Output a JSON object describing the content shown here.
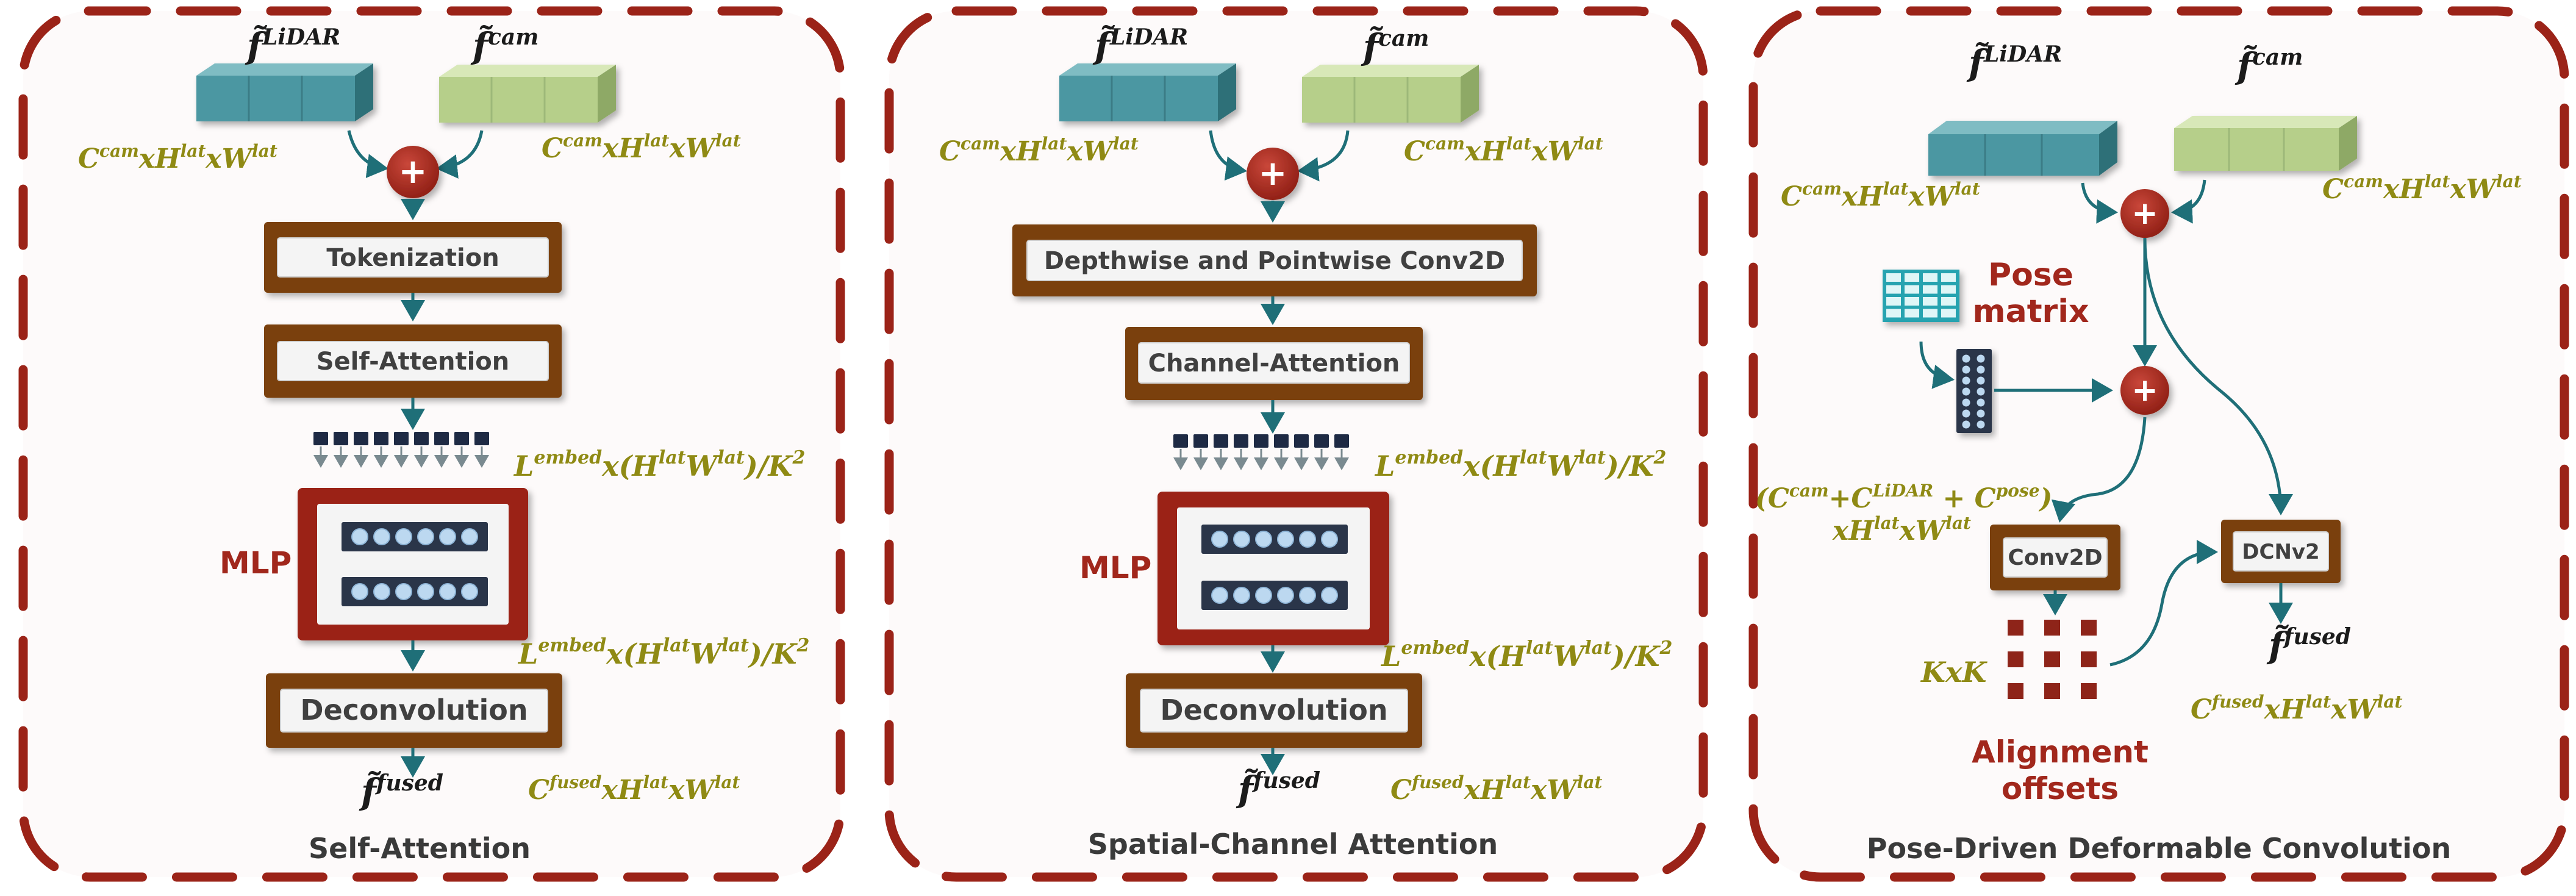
{
  "panels": [
    {
      "caption": "Self-Attention",
      "lidar_label": "f̃",
      "lidar_sup": "LiDAR",
      "cam_label": "f̃",
      "cam_sup": "cam",
      "lidar_dim": {
        "a": "C",
        "a_sup": "cam",
        "b": "xH",
        "b_sup": "lat",
        "c": "xW",
        "c_sup": "lat"
      },
      "cam_dim": {
        "a": "C",
        "a_sup": "cam",
        "b": "xH",
        "b_sup": "lat",
        "c": "xW",
        "c_sup": "lat"
      },
      "plus": "+",
      "step1": "Tokenization",
      "step2": "Self-Attention",
      "embed_dim_1": {
        "a": "L",
        "a_sup": "embed",
        "b": "x(H",
        "b_sup": "lat",
        "c": "W",
        "c_sup": "lat",
        "d": ")/K",
        "d_sup": "2"
      },
      "mlp": "MLP",
      "embed_dim_2": {
        "a": "L",
        "a_sup": "embed",
        "b": "x(H",
        "b_sup": "lat",
        "c": "W",
        "c_sup": "lat",
        "d": ")/K",
        "d_sup": "2"
      },
      "step3": "Deconvolution",
      "fused_label": "f̃",
      "fused_sup": "fused",
      "fused_dim": {
        "a": "C",
        "a_sup": "fused",
        "b": "xH",
        "b_sup": "lat",
        "c": "xW",
        "c_sup": "lat"
      }
    },
    {
      "caption": "Spatial-Channel Attention",
      "lidar_label": "f̃",
      "lidar_sup": "LiDAR",
      "cam_label": "f̃",
      "cam_sup": "cam",
      "lidar_dim": {
        "a": "C",
        "a_sup": "cam",
        "b": "xH",
        "b_sup": "lat",
        "c": "xW",
        "c_sup": "lat"
      },
      "cam_dim": {
        "a": "C",
        "a_sup": "cam",
        "b": "xH",
        "b_sup": "lat",
        "c": "xW",
        "c_sup": "lat"
      },
      "plus": "+",
      "step1": "Depthwise and Pointwise Conv2D",
      "step2": "Channel-Attention",
      "embed_dim_1": {
        "a": "L",
        "a_sup": "embed",
        "b": "x(H",
        "b_sup": "lat",
        "c": "W",
        "c_sup": "lat",
        "d": ")/K",
        "d_sup": "2"
      },
      "mlp": "MLP",
      "embed_dim_2": {
        "a": "L",
        "a_sup": "embed",
        "b": "x(H",
        "b_sup": "lat",
        "c": "W",
        "c_sup": "lat",
        "d": ")/K",
        "d_sup": "2"
      },
      "step3": "Deconvolution",
      "fused_label": "f̃",
      "fused_sup": "fused",
      "fused_dim": {
        "a": "C",
        "a_sup": "fused",
        "b": "xH",
        "b_sup": "lat",
        "c": "xW",
        "c_sup": "lat"
      }
    },
    {
      "caption": "Pose-Driven Deformable Convolution",
      "lidar_label": "f̃",
      "lidar_sup": "LiDAR",
      "cam_label": "f̃",
      "cam_sup": "cam",
      "lidar_dim": {
        "a": "C",
        "a_sup": "cam",
        "b": "xH",
        "b_sup": "lat",
        "c": "xW",
        "c_sup": "lat"
      },
      "cam_dim": {
        "a": "C",
        "a_sup": "cam",
        "b": "xH",
        "b_sup": "lat",
        "c": "xW",
        "c_sup": "lat"
      },
      "plus": "+",
      "pose_line1": "Pose",
      "pose_line2": "matrix",
      "concat_dim": {
        "open": "(C",
        "cam_sup": "cam",
        "plus1": "+C",
        "lidar_sup": "LiDAR",
        "plus2": " + C",
        "pose_sup": "pose",
        "close": ")",
        "b": "xH",
        "b_sup": "lat",
        "c": "xW",
        "c_sup": "lat"
      },
      "conv2d": "Conv2D",
      "dcn": "DCNv2",
      "kxk": "KxK",
      "offsets_line1": "Alignment",
      "offsets_line2": "offsets",
      "fused_label": "f̃",
      "fused_sup": "fused",
      "fused_dim": {
        "a": "C",
        "a_sup": "fused",
        "b": "xH",
        "b_sup": "lat",
        "c": "xW",
        "c_sup": "lat"
      }
    }
  ],
  "colors": {
    "dash_border": "#9b2318",
    "box_brown": "#7a3f0c",
    "mlp_red": "#9b2318",
    "plus_red": "#a1271c",
    "arrow_teal": "#1f6f78",
    "lidar_teal": "#4b97a2",
    "cam_green": "#b6cf8a",
    "dim_olive": "#8f8a14",
    "token_navy": "#1e2a44"
  }
}
